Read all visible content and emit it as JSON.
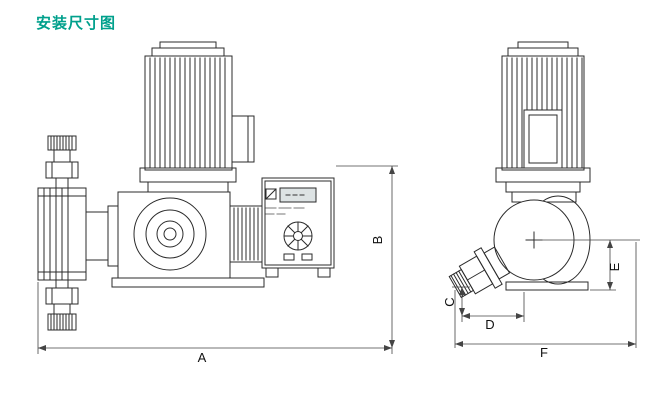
{
  "title": "安装尺寸图",
  "colors": {
    "title": "#00a08c",
    "line": "#2b2b2b",
    "dimension": "#444444"
  },
  "dimensions": {
    "A": "A",
    "B": "B",
    "C": "C",
    "D": "D",
    "E": "E",
    "F": "F"
  }
}
